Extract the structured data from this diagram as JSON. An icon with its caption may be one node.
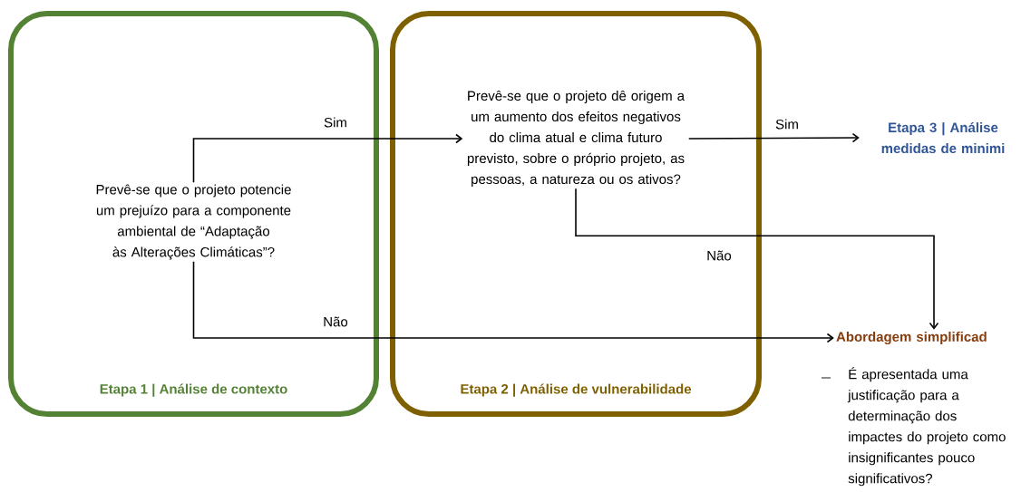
{
  "diagram": {
    "nodes": [
      {
        "text": [
          "Etapa 1 | Análise de contexto"
        ]
      },
      {
        "text": [
          "Etapa 2 | Análise de vulnerabilidade"
        ]
      },
      {
        "text": [
          "Prevê-se que o projeto potencie um prejuízo para a componente ambiental de “Adaptação às Alterações Climáticas”?"
        ],
        "in": 0
      },
      {
        "text": [
          "Prevê-se que o projeto dê origem a um aumento dos efeitos negativos do clima atual e clima futuro previsto, sobre o próprio projeto, as pessoas, a natureza ou os ativos?"
        ],
        "in": 1
      },
      {
        "text": [
          "Etapa 3 | Análise medidas de minimi"
        ]
      },
      {
        "text": [
          "Abordagem simplificad"
        ],
        "beside": [
          "É apresentada uma justificação para a determinação dos impactes do projeto como insignificantes pouco significativos?"
        ]
      }
    ],
    "edges": [
      {
        "from": 2,
        "to": 3,
        "arrow": "to",
        "label": "Sim"
      },
      {
        "from": 3,
        "to": 4,
        "arrow": "to",
        "label": "Sim"
      },
      {
        "from": 3,
        "to": 5,
        "arrow": "to",
        "label": "Não"
      },
      {
        "from": 2,
        "to": 5,
        "arrow": "to",
        "label": "Não"
      }
    ]
  }
}
